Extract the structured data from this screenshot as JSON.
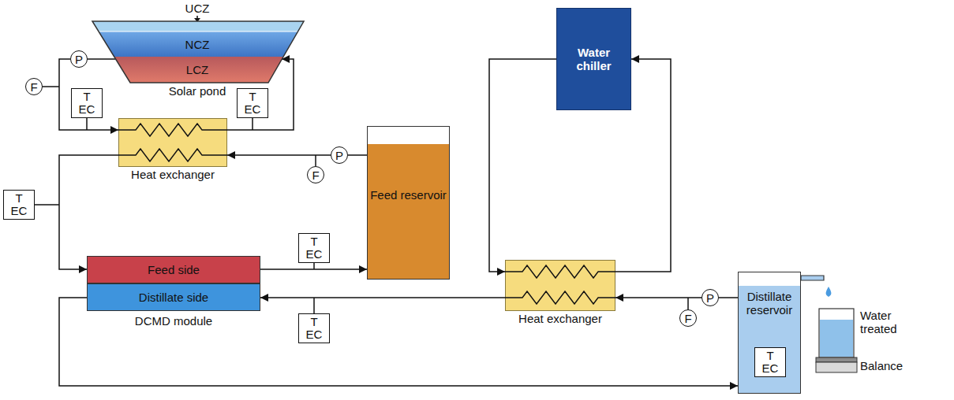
{
  "diagram": {
    "nodes": [
      {
        "text": [
          "UCZ",
          "NCZ",
          "LCZ",
          "Solar pond"
        ]
      },
      {
        "text": [
          "P"
        ]
      },
      {
        "text": [
          "F"
        ]
      },
      {
        "text": [
          "T EC"
        ]
      },
      {
        "text": [
          "T EC"
        ]
      },
      {
        "text": [
          "Heat exchanger"
        ]
      },
      {
        "text": [
          "T EC"
        ]
      },
      {
        "text": [
          "P"
        ]
      },
      {
        "text": [
          "F"
        ]
      },
      {
        "text": [
          "Feed reservoir"
        ]
      },
      {
        "text": [
          "T EC"
        ]
      },
      {
        "text": [
          "DCMD module"
        ]
      },
      {
        "text": [
          "Feed side"
        ],
        "in": 11
      },
      {
        "text": [
          "Distillate side"
        ],
        "in": 11
      },
      {
        "text": [
          "T EC"
        ]
      },
      {
        "text": [
          "Water chiller"
        ]
      },
      {
        "text": [
          "Heat exchanger"
        ]
      },
      {
        "text": [
          "P"
        ]
      },
      {
        "text": [
          "F"
        ]
      },
      {
        "text": [
          "Distillate reservoir"
        ]
      },
      {
        "text": [
          "T EC"
        ],
        "in": 19
      }
    ],
    "edges": [
      {
        "from": 0,
        "to": 1,
        "arrow": "none"
      },
      {
        "from": 1,
        "to": 5,
        "arrow": "to"
      },
      {
        "from": 5,
        "to": 0,
        "arrow": "to"
      },
      {
        "from": 9,
        "to": 7,
        "arrow": "none"
      },
      {
        "from": 7,
        "to": 5,
        "arrow": "to"
      },
      {
        "from": 5,
        "to": 12,
        "arrow": "to"
      },
      {
        "from": 12,
        "to": 9,
        "arrow": "to"
      },
      {
        "from": 19,
        "to": 17,
        "arrow": "none"
      },
      {
        "from": 17,
        "to": 16,
        "arrow": "to"
      },
      {
        "from": 16,
        "to": 13,
        "arrow": "to"
      },
      {
        "from": 13,
        "to": 19,
        "arrow": "to"
      },
      {
        "from": 15,
        "to": 16,
        "arrow": "to"
      },
      {
        "from": 16,
        "to": 15,
        "arrow": "to"
      }
    ],
    "labels": [
      "Water treated",
      "Balance"
    ]
  }
}
